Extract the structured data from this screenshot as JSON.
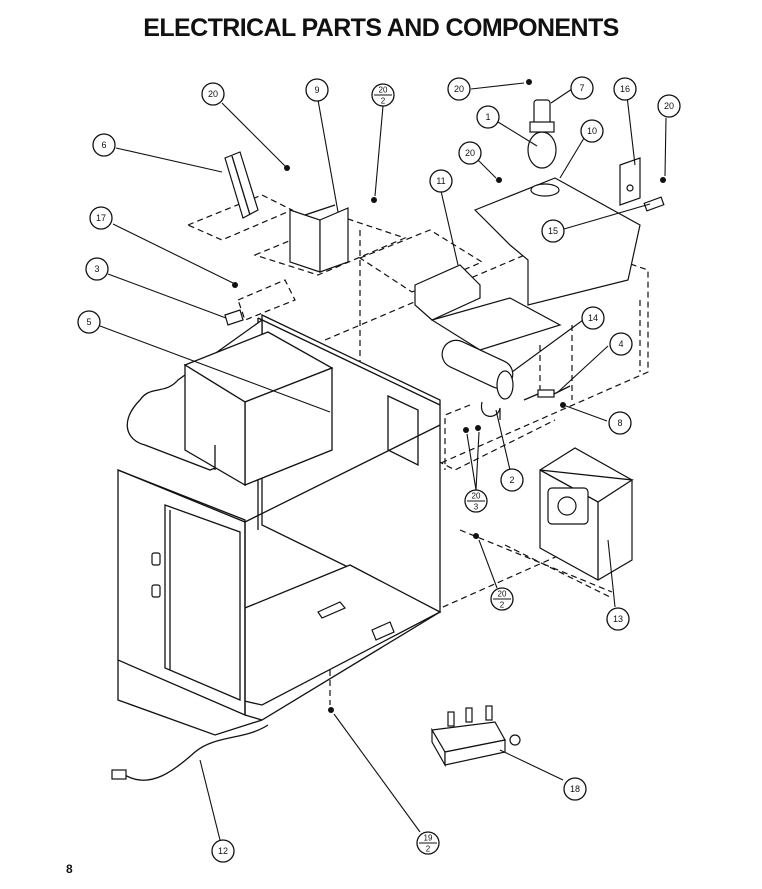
{
  "page_title": "ELECTRICAL PARTS AND COMPONENTS",
  "page_number": "8",
  "callouts": [
    {
      "id": "c20a",
      "label": "20"
    },
    {
      "id": "c9",
      "label": "9"
    },
    {
      "id": "c20b",
      "top": "20",
      "bottom": "2"
    },
    {
      "id": "c20c",
      "label": "20"
    },
    {
      "id": "c7",
      "label": "7"
    },
    {
      "id": "c16",
      "label": "16"
    },
    {
      "id": "c20d",
      "label": "20"
    },
    {
      "id": "c6",
      "label": "6"
    },
    {
      "id": "c1",
      "label": "1"
    },
    {
      "id": "c10",
      "label": "10"
    },
    {
      "id": "c20e",
      "label": "20"
    },
    {
      "id": "c11",
      "label": "11"
    },
    {
      "id": "c17",
      "label": "17"
    },
    {
      "id": "c15",
      "label": "15"
    },
    {
      "id": "c3",
      "label": "3"
    },
    {
      "id": "c5",
      "label": "5"
    },
    {
      "id": "c14",
      "label": "14"
    },
    {
      "id": "c4",
      "label": "4"
    },
    {
      "id": "c8",
      "label": "8"
    },
    {
      "id": "c2",
      "label": "2"
    },
    {
      "id": "c20f",
      "top": "20",
      "bottom": "3"
    },
    {
      "id": "c13",
      "label": "13"
    },
    {
      "id": "c20g",
      "top": "20",
      "bottom": "2"
    },
    {
      "id": "c18",
      "label": "18"
    },
    {
      "id": "c12",
      "label": "12"
    },
    {
      "id": "c19",
      "top": "19",
      "bottom": "2"
    }
  ]
}
